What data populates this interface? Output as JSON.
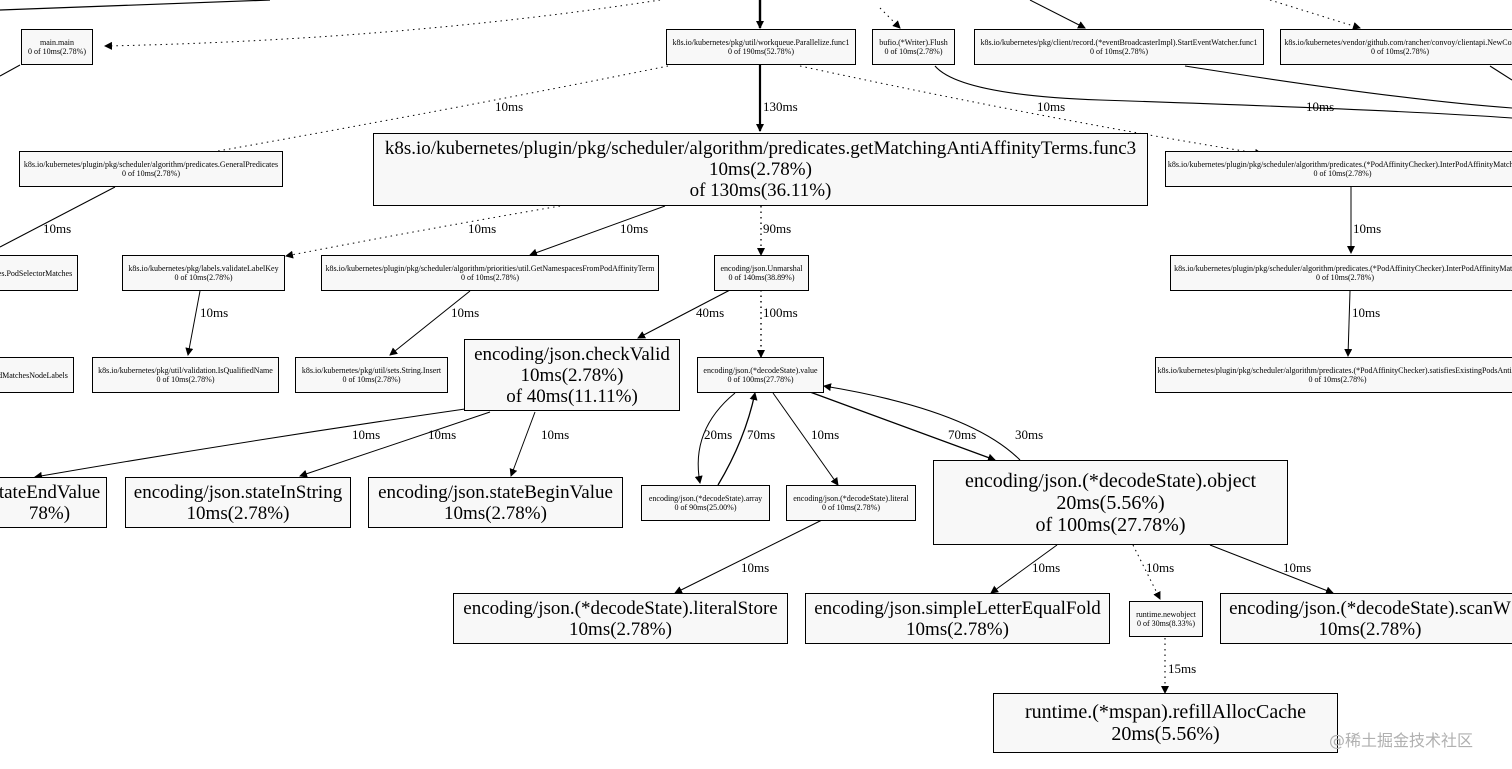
{
  "nodes": {
    "main_main": {
      "name": "main.main",
      "stat": "0 of 10ms(2.78%)"
    },
    "parallelize": {
      "name": "k8s.io/kubernetes/pkg/util/workqueue.Parallelize.func1",
      "stat": "0 of 190ms(52.78%)"
    },
    "bufio_flush": {
      "name": "bufio.(*Writer).Flush",
      "stat": "0 of 10ms(2.78%)"
    },
    "event_watcher": {
      "name": "k8s.io/kubernetes/pkg/client/record.(*eventBroadcasterImpl).StartEventWatcher.func1",
      "stat": "0 of 10ms(2.78%)"
    },
    "convoy": {
      "name": "k8s.io/kubernetes/vendor/github.com/rancher/convoy/clientapi.NewCon",
      "stat": "0 of 10ms(2.78%)"
    },
    "general_predicates": {
      "name": "k8s.io/kubernetes/plugin/pkg/scheduler/algorithm/predicates.GeneralPredicates",
      "stat": "0 of 10ms(2.78%)"
    },
    "anti_affinity": {
      "name": "k8s.io/kubernetes/plugin/pkg/scheduler/algorithm/predicates.getMatchingAntiAffinityTerms.func3",
      "flat": "10ms(2.78%)",
      "cum": "of 130ms(36.11%)"
    },
    "inter_pod_1": {
      "name": "k8s.io/kubernetes/plugin/pkg/scheduler/algorithm/predicates.(*PodAffinityChecker).InterPodAffinityMatche",
      "stat": "0 of 10ms(2.78%)"
    },
    "pod_selector": {
      "name": "es.PodSelectorMatches",
      "stat": ""
    },
    "validate_label_key": {
      "name": "k8s.io/kubernetes/pkg/labels.validateLabelKey",
      "stat": "0 of 10ms(2.78%)"
    },
    "namespaces": {
      "name": "k8s.io/kubernetes/plugin/pkg/scheduler/algorithm/priorities/util.GetNamespacesFromPodAffinityTerm",
      "stat": "0 of 10ms(2.78%)"
    },
    "unmarshal": {
      "name": "encoding/json.Unmarshal",
      "stat": "0 of 140ms(38.89%)"
    },
    "inter_pod_2": {
      "name": "k8s.io/kubernetes/plugin/pkg/scheduler/algorithm/predicates.(*PodAffinityChecker).InterPodAffinityMatc",
      "stat": "0 of 10ms(2.78%)"
    },
    "matches_node_labels": {
      "name": "dMatchesNodeLabels",
      "stat": ""
    },
    "is_qualified_name": {
      "name": "k8s.io/kubernetes/pkg/util/validation.IsQualifiedName",
      "stat": "0 of 10ms(2.78%)"
    },
    "string_insert": {
      "name": "k8s.io/kubernetes/pkg/util/sets.String.Insert",
      "stat": "0 of 10ms(2.78%)"
    },
    "check_valid": {
      "name": "encoding/json.checkValid",
      "flat": "10ms(2.78%)",
      "cum": "of 40ms(11.11%)"
    },
    "decode_value": {
      "name": "encoding/json.(*decodeState).value",
      "stat": "0 of 100ms(27.78%)"
    },
    "satisfies_existing": {
      "name": "k8s.io/kubernetes/plugin/pkg/scheduler/algorithm/predicates.(*PodAffinityChecker).satisfiesExistingPodsAntiA",
      "stat": "0 of 10ms(2.78%)"
    },
    "state_end_value": {
      "name": "tateEndValue",
      "flat": "78%)"
    },
    "state_in_string": {
      "name": "encoding/json.stateInString",
      "flat": "10ms(2.78%)"
    },
    "state_begin_value": {
      "name": "encoding/json.stateBeginValue",
      "flat": "10ms(2.78%)"
    },
    "decode_array": {
      "name": "encoding/json.(*decodeState).array",
      "stat": "0 of 90ms(25.00%)"
    },
    "decode_literal": {
      "name": "encoding/json.(*decodeState).literal",
      "stat": "0 of 10ms(2.78%)"
    },
    "decode_object": {
      "name": "encoding/json.(*decodeState).object",
      "flat": "20ms(5.56%)",
      "cum": "of 100ms(27.78%)"
    },
    "literal_store": {
      "name": "encoding/json.(*decodeState).literalStore",
      "flat": "10ms(2.78%)"
    },
    "simple_letter": {
      "name": "encoding/json.simpleLetterEqualFold",
      "flat": "10ms(2.78%)"
    },
    "newobject": {
      "name": "runtime.newobject",
      "stat": "0 of 30ms(8.33%)"
    },
    "scan_w": {
      "name": "encoding/json.(*decodeState).scanW",
      "flat": "10ms(2.78%)"
    },
    "refill_alloc": {
      "name": "runtime.(*mspan).refillAllocCache",
      "flat": "20ms(5.56%)"
    }
  },
  "edge_labels": {
    "par_to_general": "10ms",
    "par_to_anti": "130ms",
    "par_to_interpod": "10ms",
    "flush_right": "10ms",
    "general_to_selector": "10ms",
    "anti_to_labelkey": "10ms",
    "anti_to_namespaces": "10ms",
    "anti_to_unmarshal": "90ms",
    "interpod1_to_interpod2": "10ms",
    "labelkey_to_qualified": "10ms",
    "namespaces_to_insert": "10ms",
    "unmarshal_to_checkvalid": "40ms",
    "unmarshal_to_value": "100ms",
    "interpod2_to_satisfies": "10ms",
    "checkvalid_to_endvalue": "10ms",
    "checkvalid_to_instring": "10ms",
    "checkvalid_to_beginvalue": "10ms",
    "value_to_array": "20ms",
    "array_to_value": "70ms",
    "value_to_literal": "10ms",
    "value_to_object": "70ms",
    "object_to_value": "30ms",
    "literal_to_store": "10ms",
    "object_to_simple": "10ms",
    "object_to_newobject": "10ms",
    "object_to_scan": "10ms",
    "newobject_to_refill": "15ms"
  },
  "watermark": "@稀土掘金技术社区"
}
